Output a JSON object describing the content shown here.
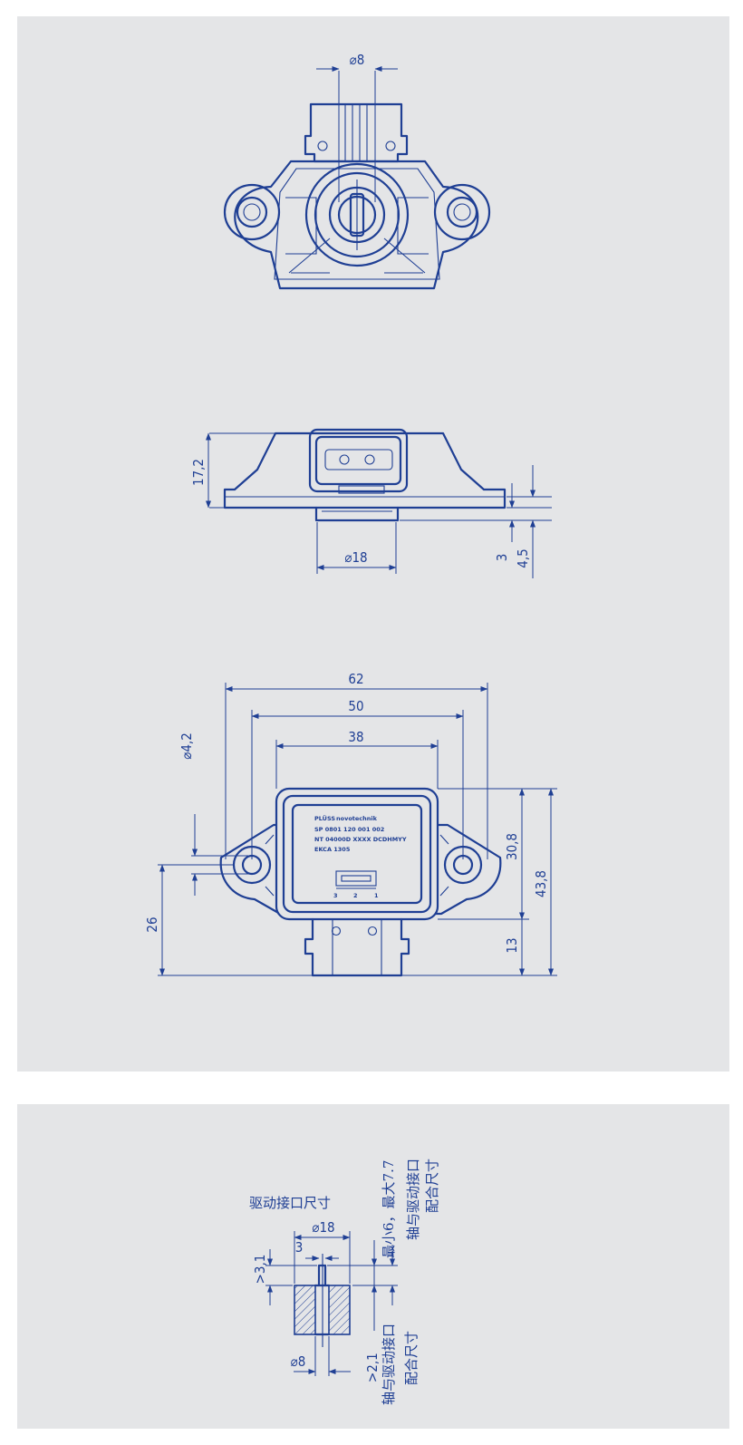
{
  "views": {
    "top": {
      "shaft_dia": "⌀8"
    },
    "side": {
      "height": "17,2",
      "shaft_dia": "⌀18",
      "offset_small": "3",
      "offset_large": "4,5"
    },
    "front": {
      "width_overall": "62",
      "hole_spacing": "50",
      "body_width": "38",
      "hole_dia": "⌀4,2",
      "hole_height": "26",
      "body_height": "30,8",
      "total_height": "43,8",
      "connector_height": "13",
      "label": {
        "brand": "PLÜSS",
        "brand_suffix": "novotechnik",
        "line1": "SP 0801 120 001 002",
        "line2": "NT 04000D XXXX DCDHMYY",
        "line3": "EKCA 1305",
        "pin3": "3",
        "pin2": "2",
        "pin1": "1"
      }
    }
  },
  "drive": {
    "title": "驱动接口尺寸",
    "outer_dia": "⌀18",
    "slot": "3",
    "depth": ">3,1",
    "bore": "⌀8",
    "fit_right_line1": "最小6，最大7.7",
    "fit_right_line2": "轴与驱动接口",
    "fit_right_line3": "配合尺寸",
    "fit_bottom_val": ">2,1",
    "fit_bottom_line1": "轴与驱动接口",
    "fit_bottom_line2": "配合尺寸"
  }
}
